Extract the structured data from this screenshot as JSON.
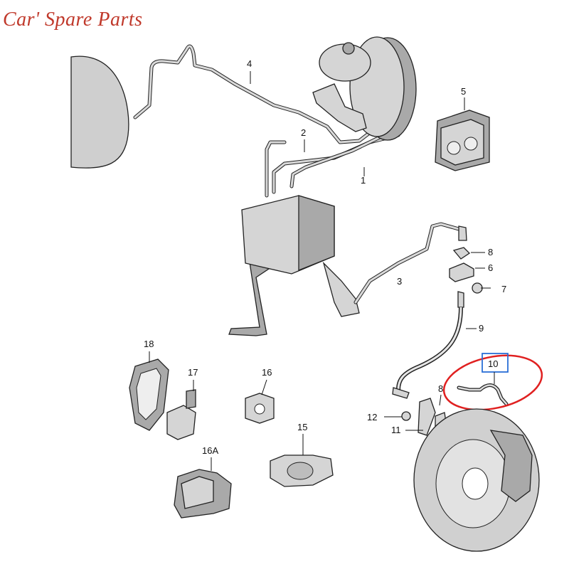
{
  "brand": {
    "text": "Car' Spare Parts",
    "color": "#c0392b"
  },
  "callouts": {
    "p1": "1",
    "p2": "2",
    "p3": "3",
    "p4": "4",
    "p5": "5",
    "p6": "6",
    "p7": "7",
    "p8a": "8",
    "p8b": "8",
    "p9": "9",
    "p10": "10",
    "p11": "11",
    "p12": "12",
    "p15": "15",
    "p16": "16",
    "p16a": "16A",
    "p17": "17",
    "p18": "18"
  },
  "highlight": {
    "color": "#e02020",
    "box_color": "#2a6fd6"
  }
}
